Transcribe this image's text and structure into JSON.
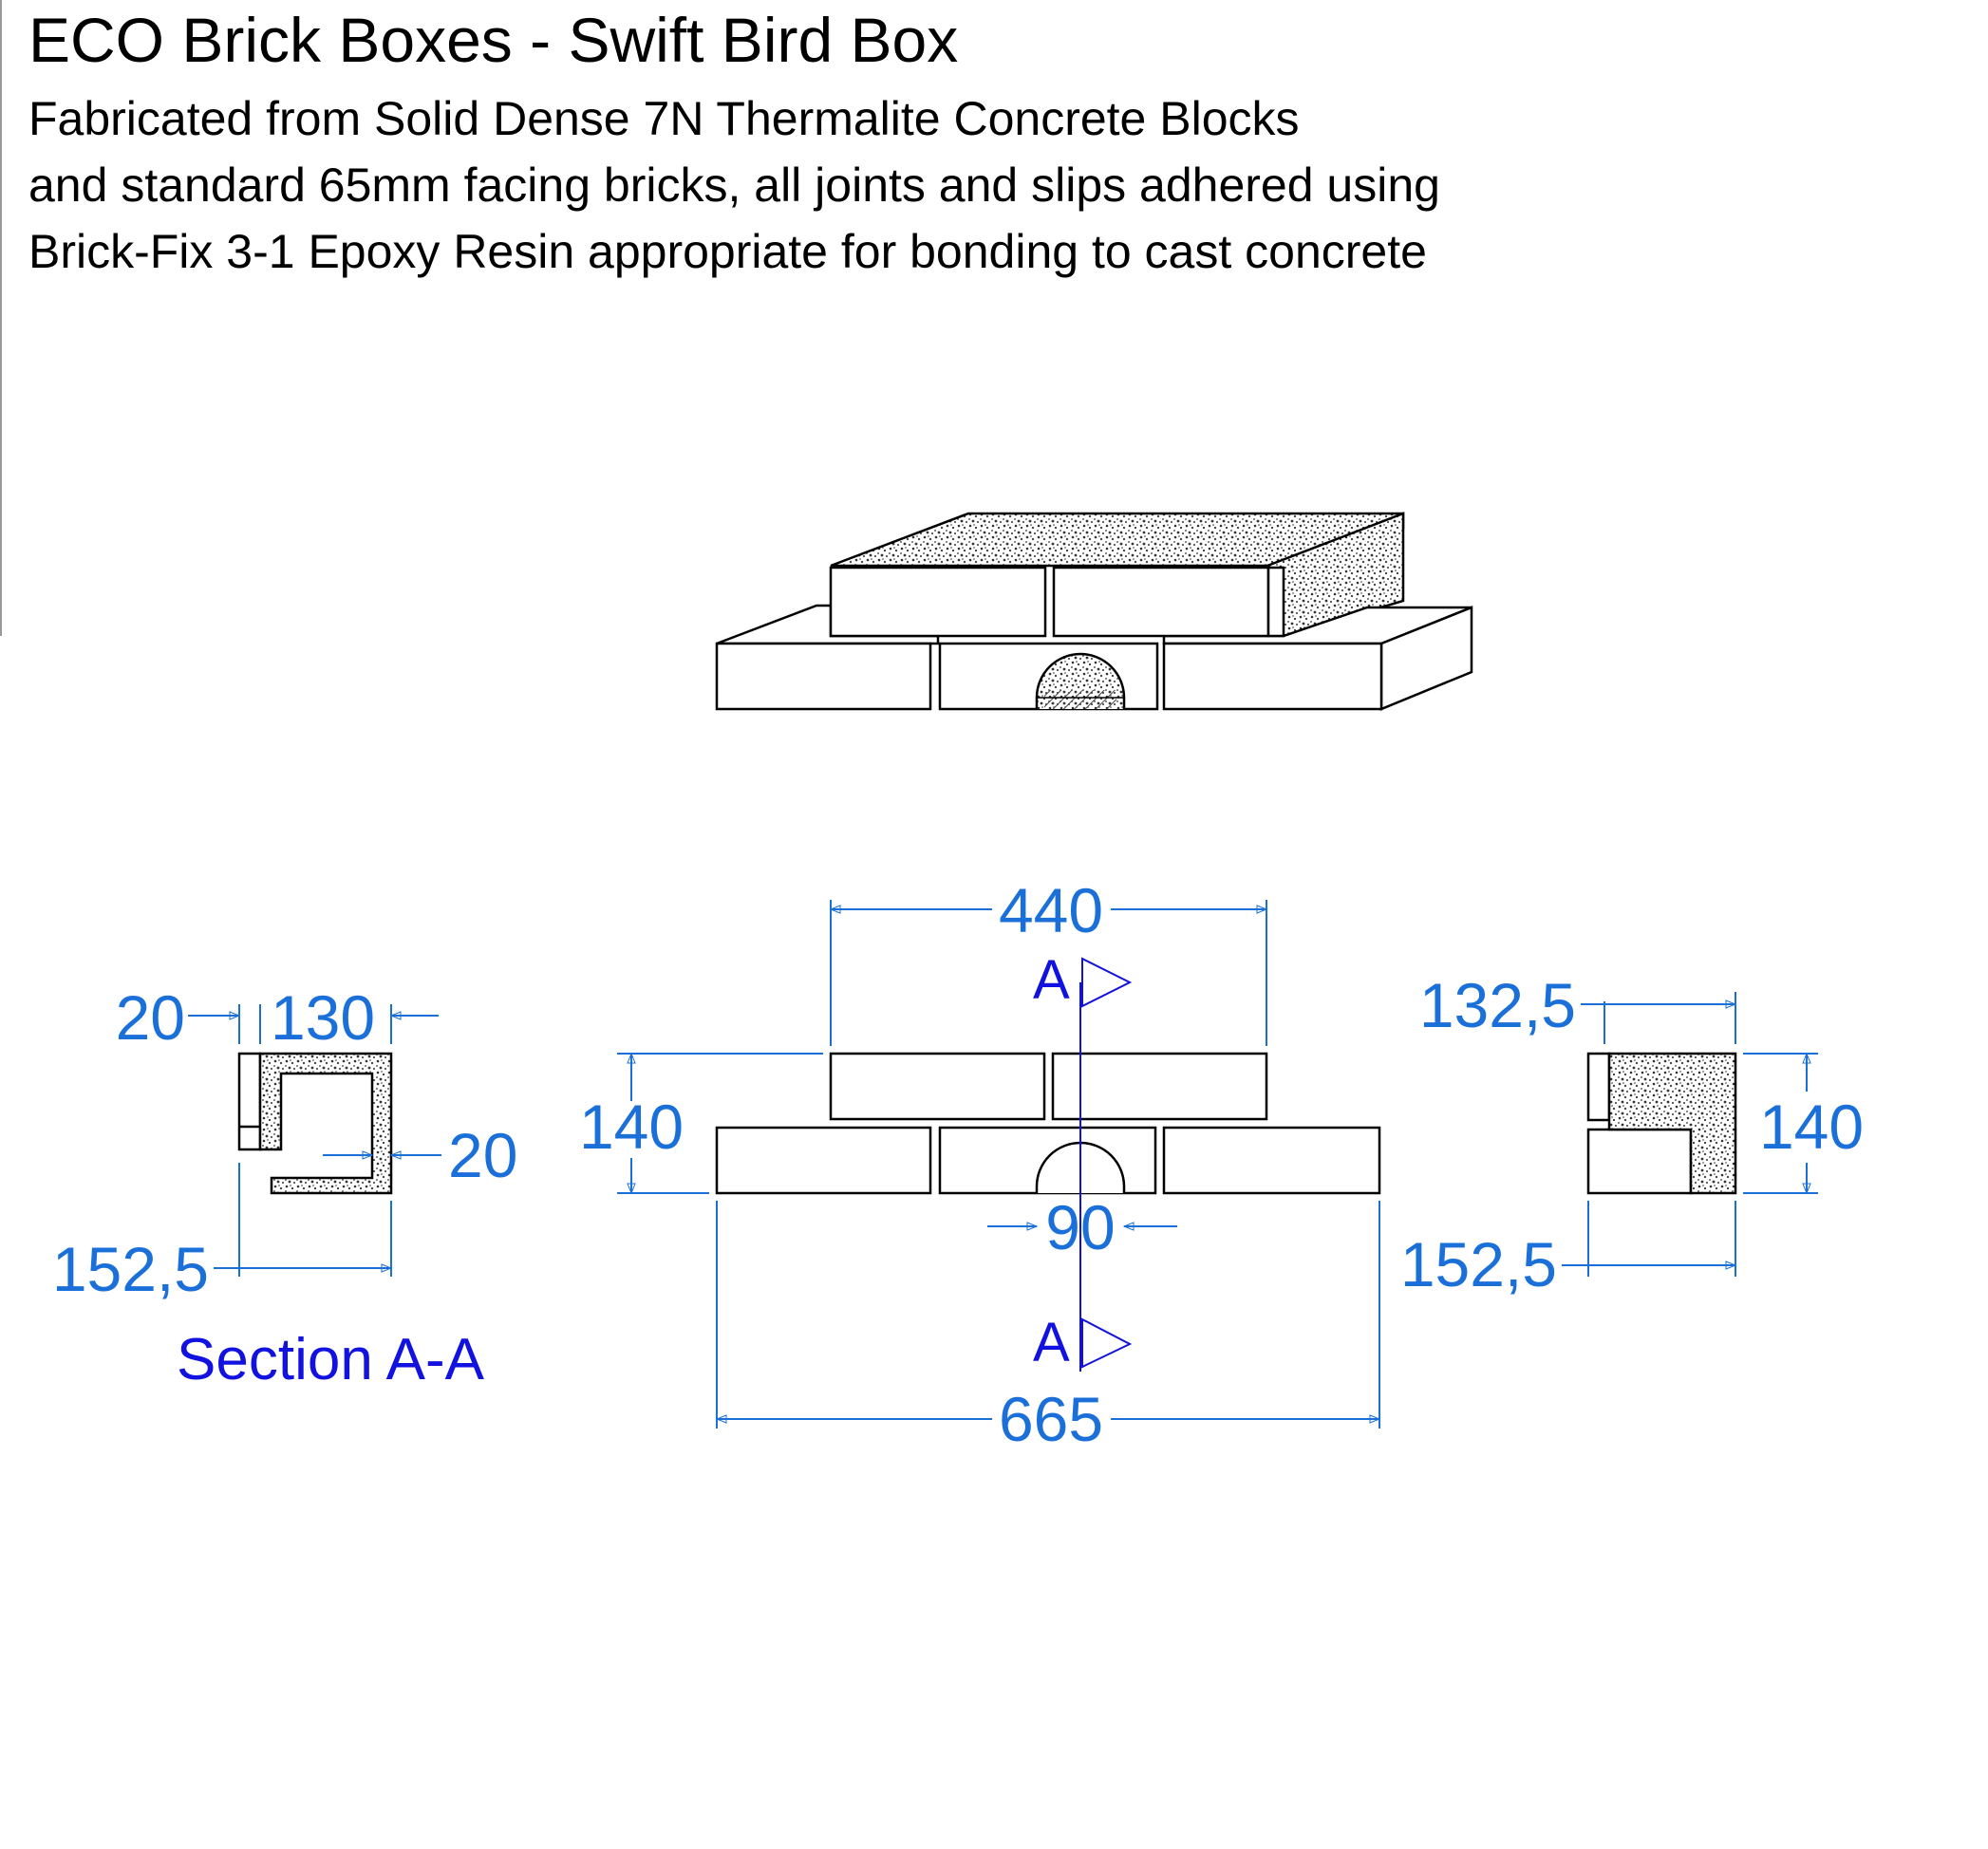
{
  "header": {
    "title": "ECO Brick Boxes - Swift Bird Box",
    "description_lines": [
      "Fabricated from Solid Dense 7N Thermalite Concrete Blocks",
      "and standard 65mm facing bricks, all joints and slips adhered using",
      "Brick-Fix 3-1 Epoxy Resin appropriate for bonding to cast concrete"
    ]
  },
  "front_view": {
    "dim_top_width": "440",
    "dim_height": "140",
    "dim_opening": "90",
    "dim_total_width": "665",
    "section_marker": "A"
  },
  "section_view": {
    "dim_left": "20",
    "dim_top": "130",
    "dim_inner": "20",
    "dim_depth": "152,5",
    "label": "Section A-A"
  },
  "side_view": {
    "dim_top": "132,5",
    "dim_height": "140",
    "dim_depth": "152,5"
  },
  "colors": {
    "dimension": "#1a6fd9",
    "section_marker": "#1212e0",
    "outline": "#000000"
  }
}
